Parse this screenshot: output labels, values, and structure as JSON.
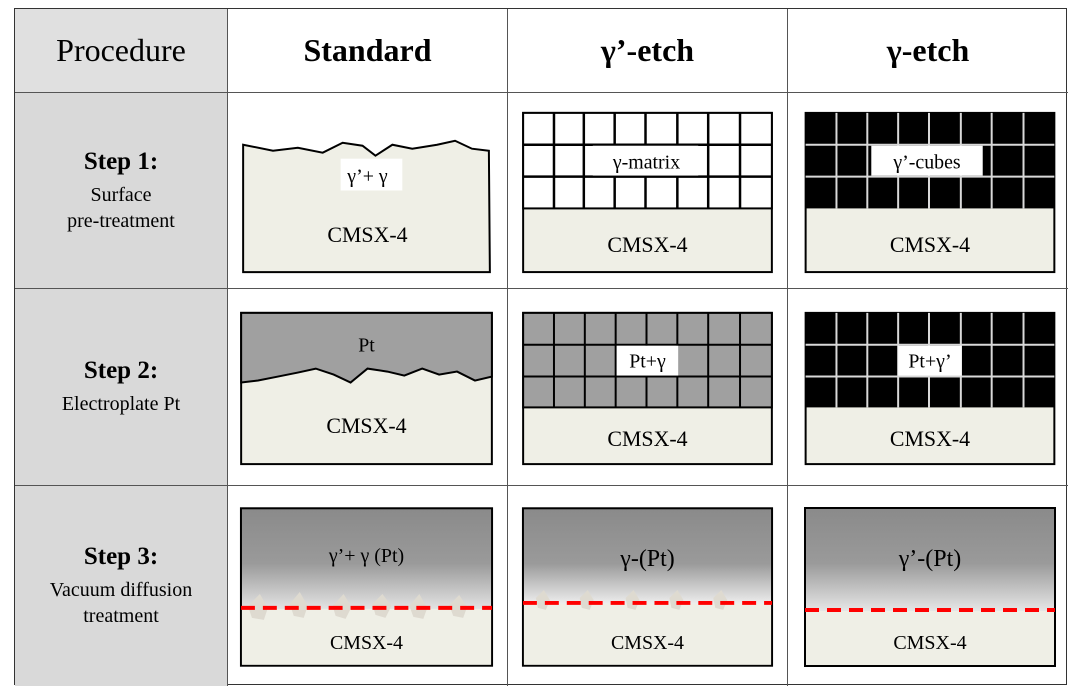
{
  "headers": {
    "procedure": "Procedure",
    "standard": "Standard",
    "gp_etch": "γ’-etch",
    "g_etch": "γ-etch"
  },
  "steps": [
    {
      "title": "Step 1:",
      "line1": "Surface",
      "line2": "pre-treatment"
    },
    {
      "title": "Step 2:",
      "line1": "Electroplate Pt",
      "line2": ""
    },
    {
      "title": "Step 3:",
      "line1": "Vacuum diffusion",
      "line2": "treatment"
    }
  ],
  "labels": {
    "substrate": "CMSX-4",
    "s1_standard": "γ’+ γ",
    "s1_gp": "γ-matrix",
    "s1_g": "γ’-cubes",
    "s2_standard": "Pt",
    "s2_gp": "Pt+γ",
    "s2_g": "Pt+γ’",
    "s3_standard": "γ’+ γ (Pt)",
    "s3_gp": "γ-(Pt)",
    "s3_g": "γ’-(Pt)"
  },
  "colors": {
    "substrate": "#efefe6",
    "pt_layer": "#a0a0a0",
    "cube_dark": "#000000",
    "interface_dash": "#ff0000",
    "gradient_top": "#8a8a8a",
    "gradient_bottom": "#f2f2f2"
  }
}
